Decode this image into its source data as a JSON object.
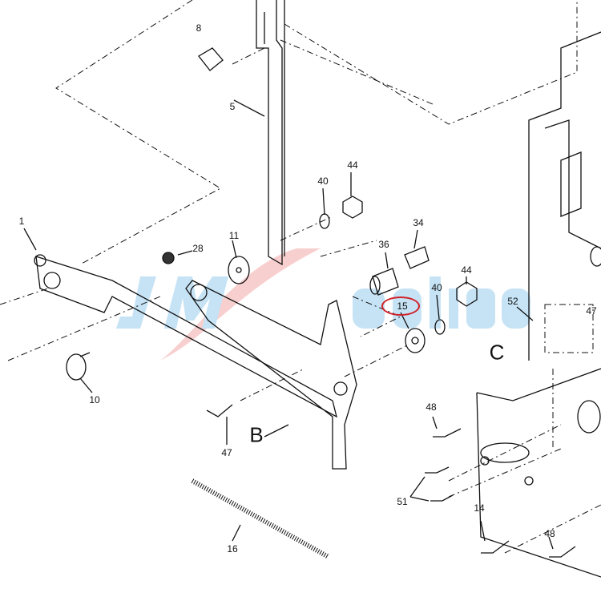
{
  "watermark": "JMSachine",
  "highlight_color": "#d0222a",
  "callouts": [
    "8",
    "5",
    "44",
    "40",
    "34",
    "36",
    "1",
    "28",
    "11",
    "44",
    "40",
    "15",
    "52",
    "47",
    "C",
    "10",
    "47",
    "B",
    "48",
    "51",
    "16",
    "14",
    "48"
  ],
  "highlighted_part": "15"
}
